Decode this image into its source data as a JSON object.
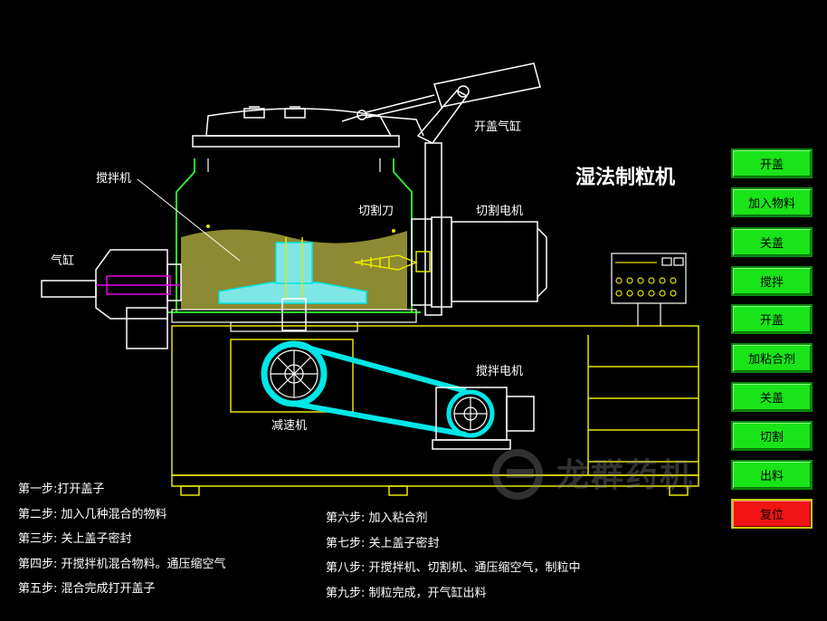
{
  "title": "湿法制粒机",
  "labels": {
    "mixer": "搅拌机",
    "cylinder": "气缸",
    "cutter": "切割刀",
    "cutter_motor": "切割电机",
    "lid_cylinder": "开盖气缸",
    "stir_motor": "搅拌电机",
    "reducer": "减速机"
  },
  "steps_left": [
    "第一步:打开盖子",
    "第二步:  加入几种混合的物料",
    "第三步:  关上盖子密封",
    "第四步:  开搅拌机混合物料。通压缩空气",
    "第五步:  混合完成打开盖子"
  ],
  "steps_right": [
    "第六步:  加入粘合剂",
    "第七步:  关上盖子密封",
    "第八步:  开搅拌机、切割机、通压缩空气，制粒中",
    "第九步:  制粒完成，开气缸出料"
  ],
  "buttons": [
    {
      "label": "开盖",
      "color": "#19e419"
    },
    {
      "label": "加入物料",
      "color": "#19e419"
    },
    {
      "label": "关盖",
      "color": "#19e419"
    },
    {
      "label": "搅拌",
      "color": "#19e419"
    },
    {
      "label": "开盖",
      "color": "#19e419"
    },
    {
      "label": "加粘合剂",
      "color": "#19e419"
    },
    {
      "label": "关盖",
      "color": "#19e419"
    },
    {
      "label": "切割",
      "color": "#19e419"
    },
    {
      "label": "出料",
      "color": "#19e419"
    },
    {
      "label": "复位",
      "color": "#f01414"
    }
  ],
  "watermark": "龙群药机",
  "colors": {
    "outline": "#ffffff",
    "base_outline": "#e6e600",
    "belt": "#00e6e6",
    "material": "#8c8a32",
    "piston": "#e600e6",
    "background": "#000000"
  }
}
